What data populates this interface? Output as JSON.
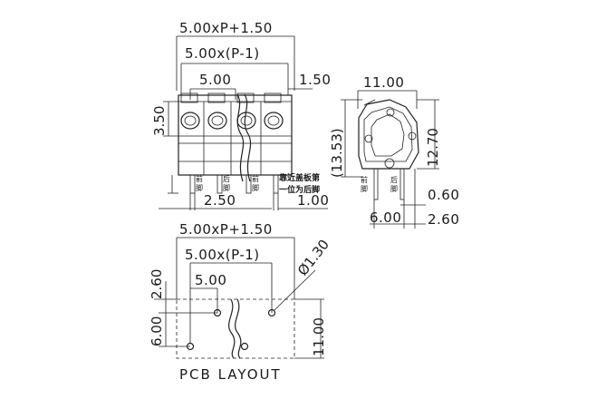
{
  "front_view": {
    "dim_total": "5.00xP+1.50",
    "dim_pitch_span": "5.00x(P-1)",
    "dim_pitch": "5.00",
    "dim_right_offset": "1.50",
    "dim_height": "3.50",
    "dim_pin_offset": "2.50",
    "dim_pin_right": "1.00",
    "pin_label_front_top": "前",
    "pin_label_front_bottom": "脚",
    "pin_label_rear_top": "后",
    "pin_label_rear_bottom": "脚",
    "note_line1": "靠近盖板第",
    "note_line2": "一位为后脚"
  },
  "side_view": {
    "dim_width": "11.00",
    "dim_height_total": "(13.53)",
    "dim_height": "12.70",
    "dim_pin_thickness": "0.60",
    "dim_pin_spacing": "6.00",
    "dim_pin_right": "2.60",
    "pin_label_front_top": "前",
    "pin_label_front_bottom": "脚",
    "pin_label_rear_top": "后",
    "pin_label_rear_bottom": "脚"
  },
  "pcb_layout": {
    "dim_total": "5.00xP+1.50",
    "dim_pitch_span": "5.00x(P-1)",
    "dim_pitch": "5.00",
    "dim_top_offset": "2.60",
    "dim_hole_diameter": "Ø1.30",
    "dim_row_spacing": "6.00",
    "dim_height": "11.00",
    "title": "PCB LAYOUT"
  }
}
